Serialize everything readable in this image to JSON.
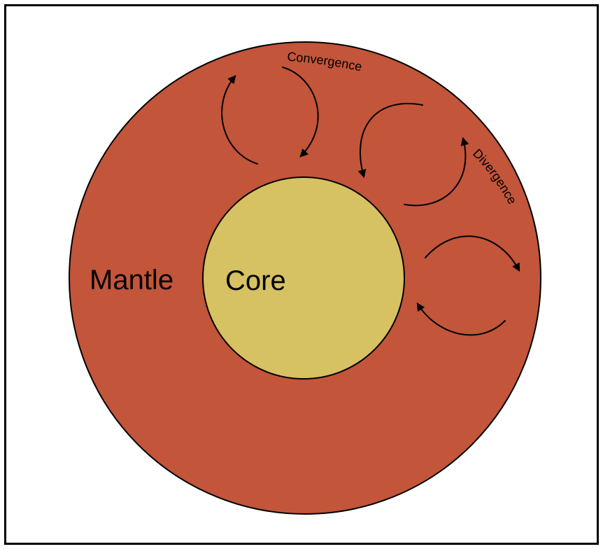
{
  "diagram": {
    "labels": {
      "mantle": "Mantle",
      "core": "Core",
      "convergence": "Convergence",
      "divergence": "Divergence"
    },
    "colors": {
      "mantle": "#c2553a",
      "core": "#d6c163",
      "outline": "#000000",
      "background": "#ffffff"
    }
  }
}
